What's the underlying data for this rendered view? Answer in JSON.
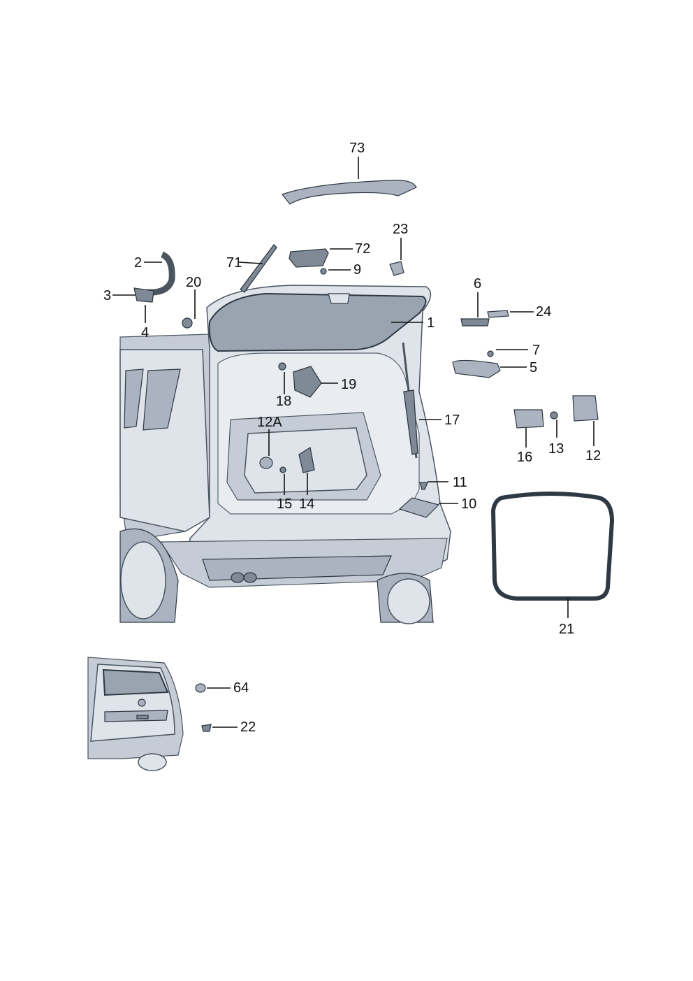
{
  "callouts": {
    "c1": "1",
    "c2": "2",
    "c3": "3",
    "c4": "4",
    "c5": "5",
    "c6": "6",
    "c7": "7",
    "c9": "9",
    "c10": "10",
    "c11": "11",
    "c12": "12",
    "c12a": "12A",
    "c13": "13",
    "c14": "14",
    "c15": "15",
    "c16": "16",
    "c17": "17",
    "c18": "18",
    "c19": "19",
    "c20": "20",
    "c21": "21",
    "c22": "22",
    "c23": "23",
    "c24": "24",
    "c64": "64",
    "c71": "71",
    "c72": "72",
    "c73": "73"
  },
  "colors": {
    "body": "#dfe4ea",
    "shade": "#c5ccd6",
    "part_dark": "#7f8a96",
    "glass": "#9aa4b1",
    "line": "#111111"
  }
}
